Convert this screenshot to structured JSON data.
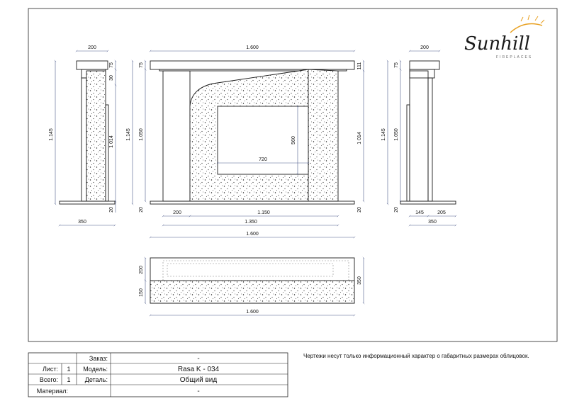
{
  "logo": {
    "brand": "Sunhill",
    "sub": "FIREPLACES",
    "color": "#e8a020"
  },
  "left_view": {
    "width_top": "200",
    "height": "1.145",
    "inner_height": "1 014",
    "d75": "75",
    "d30": "30",
    "base": "350",
    "d20": "20"
  },
  "front_view": {
    "total_width": "1.600",
    "height_left": "1.145",
    "height_inner": "1.050",
    "d75": "75",
    "d20": "20",
    "d111": "111",
    "right_height": "1 014",
    "opening_w": "720",
    "opening_h": "560",
    "b200": "200",
    "b1150": "1.150",
    "b1350": "1.350",
    "b1600": "1.600",
    "r20": "20"
  },
  "right_view": {
    "width_top": "200",
    "height": "1.145",
    "inner_height": "1.050",
    "d75": "75",
    "d20": "20",
    "d145": "145",
    "d205": "205",
    "base": "350"
  },
  "top_view": {
    "d200": "200",
    "d150": "150",
    "d350": "350",
    "width": "1.600"
  },
  "note": "Чертежи несут только информационный характер о габаритных размерах облицовок.",
  "title_block": {
    "order_label": "Заказ:",
    "order_value": "-",
    "sheet_label": "Лист:",
    "sheet_num": "1",
    "model_label": "Модель:",
    "model_value": "Rasa K - 034",
    "total_label": "Всего:",
    "total_num": "1",
    "part_label": "Деталь:",
    "part_value": "Общий вид",
    "material_label": "Материал:",
    "material_value": "-"
  }
}
